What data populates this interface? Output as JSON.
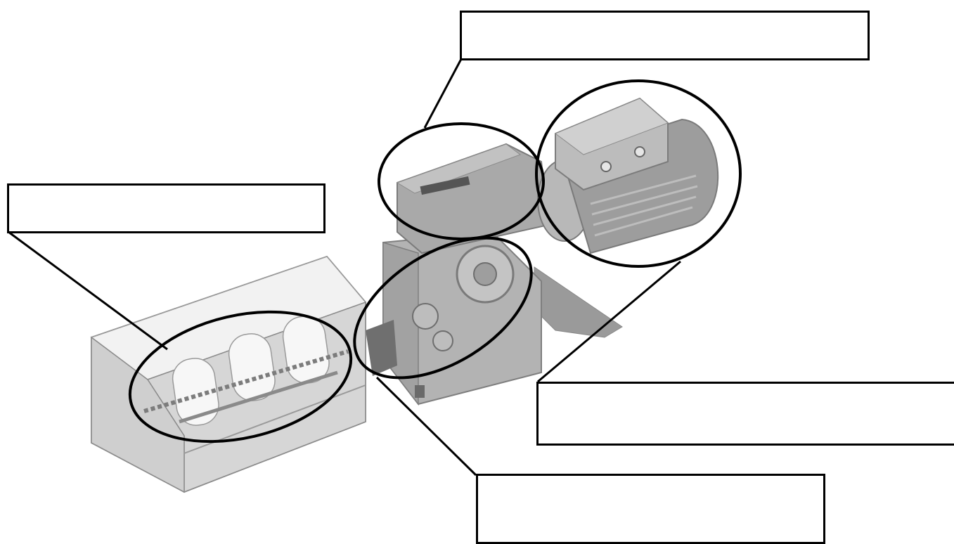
{
  "figure": {
    "background_color": "#ffffff",
    "stroke_color": "#000000",
    "machine_color": "#a8a8a8"
  },
  "labels": [
    {
      "id": "top",
      "text": ""
    },
    {
      "id": "left",
      "text": ""
    },
    {
      "id": "right",
      "text": ""
    },
    {
      "id": "bottom",
      "text": ""
    }
  ]
}
